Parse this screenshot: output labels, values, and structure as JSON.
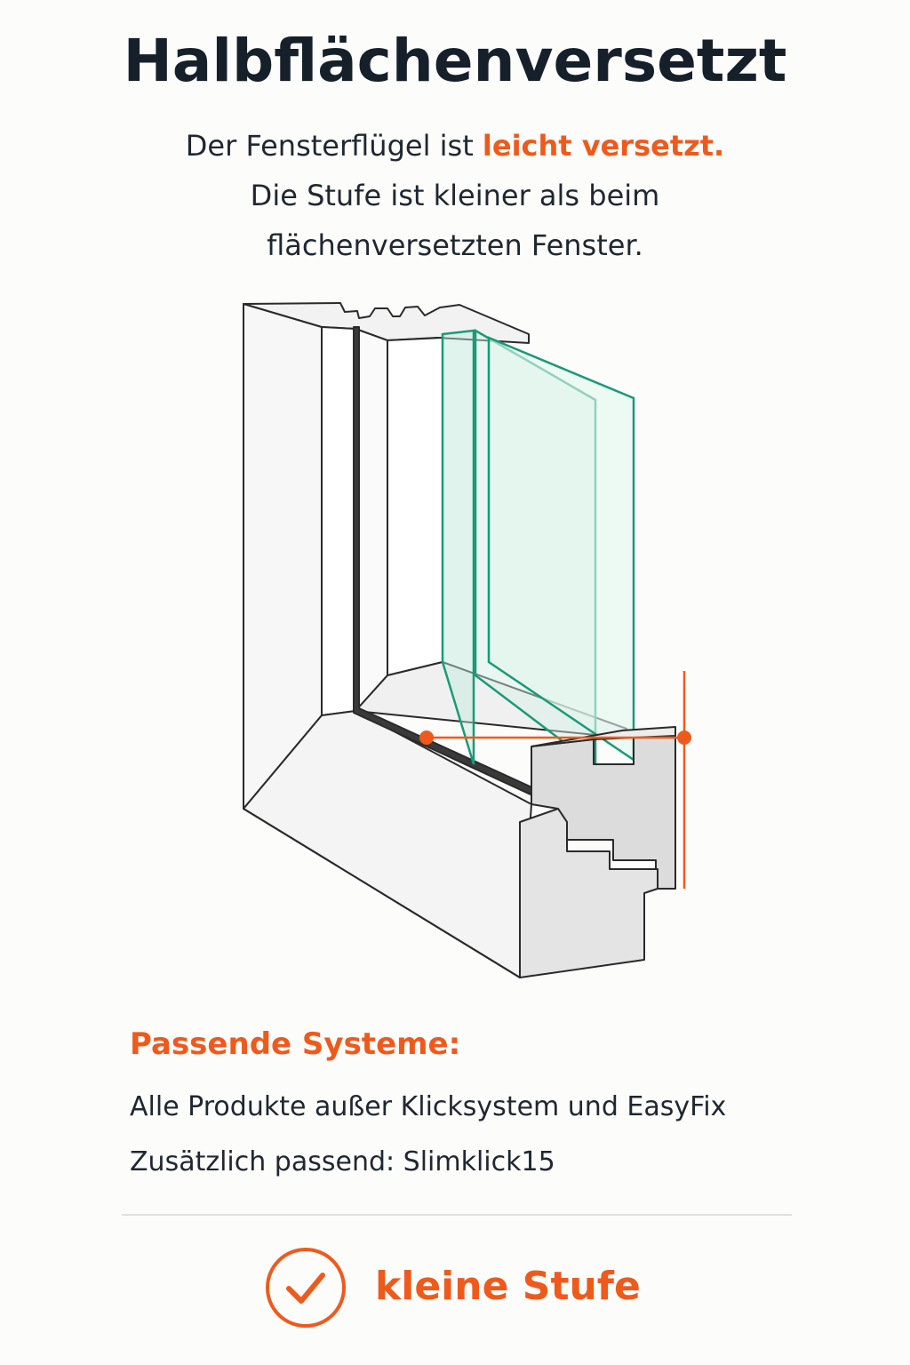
{
  "title": "Halbflächenversetzt",
  "subtitle": {
    "line1_prefix": "Der Fensterflügel ist ",
    "line1_accent": "leicht versetzt.",
    "line2": "Die Stufe ist kleiner als beim",
    "line3": "flächenversetzten Fenster."
  },
  "systems": {
    "heading": "Passende Systeme:",
    "line1": "Alle Produkte außer Klicksystem und EasyFix",
    "line2": "Zusätzlich passend: Slimklick15"
  },
  "badge": {
    "icon": "checkmark-circle-icon",
    "label": "kleine Stufe"
  },
  "colors": {
    "accent": "#ef5a1c",
    "title": "#16202a",
    "glass": "#1a9a78"
  }
}
